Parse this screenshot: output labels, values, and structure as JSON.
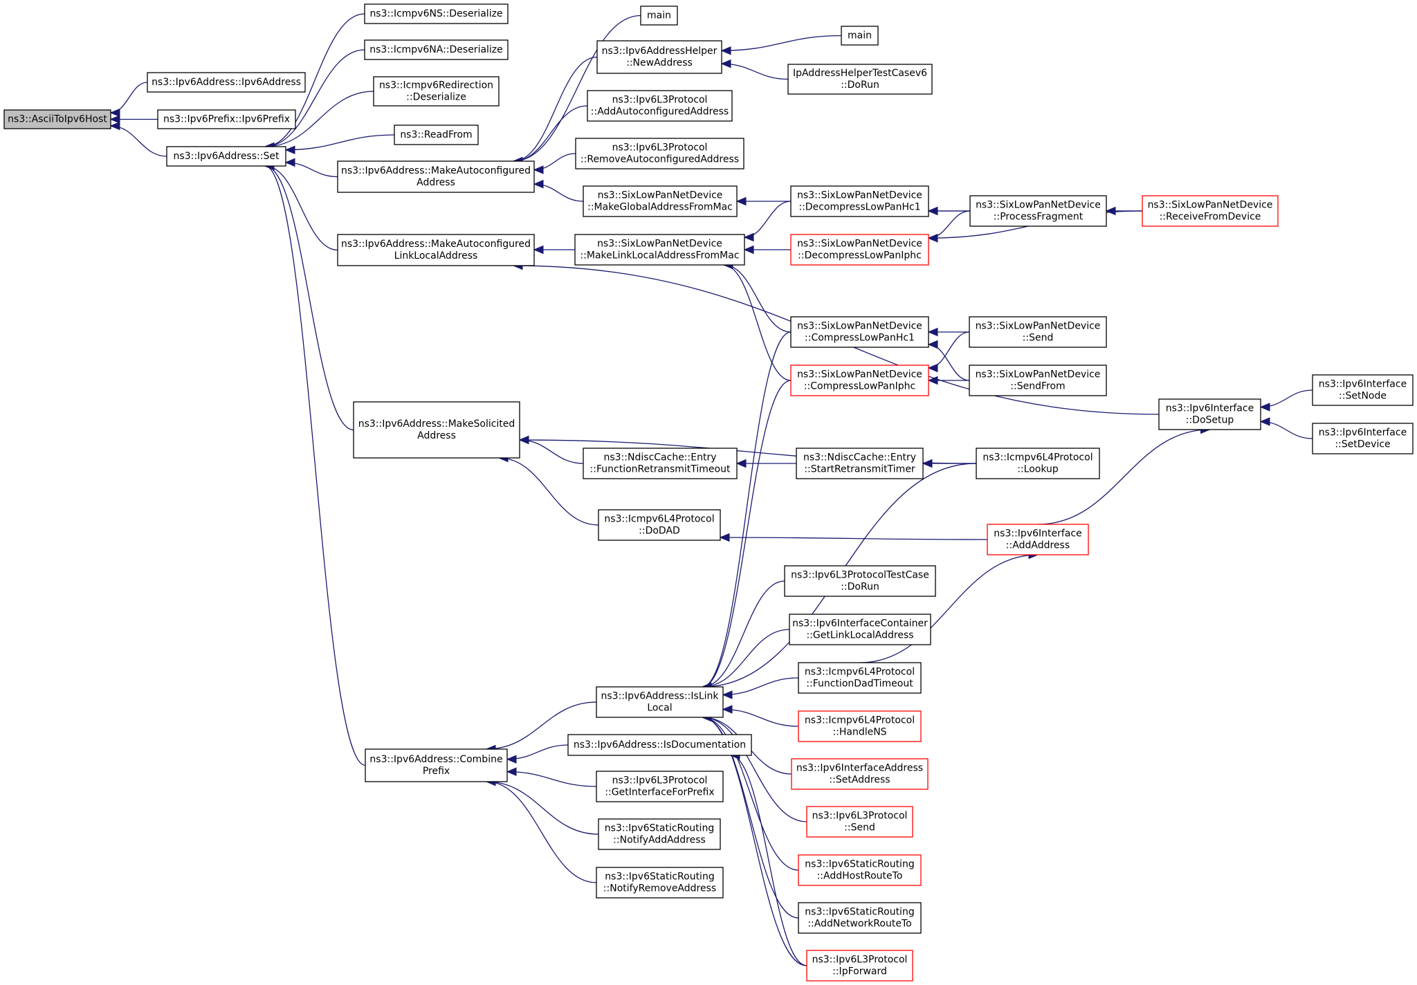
{
  "colors": {
    "edge": "#191970",
    "node_border": "#000000",
    "node_border_red": "#ff0000",
    "root_fill": "#bfbfbf",
    "background": "#ffffff"
  },
  "nodes": [
    {
      "id": "root",
      "lines": [
        "ns3::AsciiToIpv6Host"
      ],
      "style": "root"
    },
    {
      "id": "ipv6addr",
      "lines": [
        "ns3::Ipv6Address::Ipv6Address"
      ],
      "style": "normal"
    },
    {
      "id": "ipv6prefix",
      "lines": [
        "ns3::Ipv6Prefix::Ipv6Prefix"
      ],
      "style": "normal"
    },
    {
      "id": "set",
      "lines": [
        "ns3::Ipv6Address::Set"
      ],
      "style": "normal"
    },
    {
      "id": "ns_deser",
      "lines": [
        "ns3::Icmpv6NS::Deserialize"
      ],
      "style": "normal"
    },
    {
      "id": "na_deser",
      "lines": [
        "ns3::Icmpv6NA::Deserialize"
      ],
      "style": "normal"
    },
    {
      "id": "redir_deser",
      "lines": [
        "ns3::Icmpv6Redirection",
        "::Deserialize"
      ],
      "style": "normal"
    },
    {
      "id": "readfrom",
      "lines": [
        "ns3::ReadFrom"
      ],
      "style": "normal"
    },
    {
      "id": "makeauto",
      "lines": [
        "ns3::Ipv6Address::MakeAutoconfigured",
        "Address"
      ],
      "style": "normal"
    },
    {
      "id": "makeautoll",
      "lines": [
        "ns3::Ipv6Address::MakeAutoconfigured",
        "LinkLocalAddress"
      ],
      "style": "normal"
    },
    {
      "id": "makesol",
      "lines": [
        "ns3::Ipv6Address::MakeSolicited",
        "Address"
      ],
      "style": "normal"
    },
    {
      "id": "combine",
      "lines": [
        "ns3::Ipv6Address::Combine",
        "Prefix"
      ],
      "style": "normal"
    },
    {
      "id": "main1",
      "lines": [
        "main"
      ],
      "style": "normal"
    },
    {
      "id": "newaddr",
      "lines": [
        "ns3::Ipv6AddressHelper",
        "::NewAddress"
      ],
      "style": "normal"
    },
    {
      "id": "main2",
      "lines": [
        "main"
      ],
      "style": "normal"
    },
    {
      "id": "iphelpertest",
      "lines": [
        "IpAddressHelperTestCasev6",
        "::DoRun"
      ],
      "style": "normal"
    },
    {
      "id": "addautoconf",
      "lines": [
        "ns3::Ipv6L3Protocol",
        "::AddAutoconfiguredAddress"
      ],
      "style": "normal"
    },
    {
      "id": "remautoconf",
      "lines": [
        "ns3::Ipv6L3Protocol",
        "::RemoveAutoconfiguredAddress"
      ],
      "style": "normal"
    },
    {
      "id": "mkglobal",
      "lines": [
        "ns3::SixLowPanNetDevice",
        "::MakeGlobalAddressFromMac"
      ],
      "style": "normal"
    },
    {
      "id": "mkll",
      "lines": [
        "ns3::SixLowPanNetDevice",
        "::MakeLinkLocalAddressFromMac"
      ],
      "style": "normal"
    },
    {
      "id": "dechc1",
      "lines": [
        "ns3::SixLowPanNetDevice",
        "::DecompressLowPanHc1"
      ],
      "style": "normal"
    },
    {
      "id": "deciphc",
      "lines": [
        "ns3::SixLowPanNetDevice",
        "::DecompressLowPanIphc"
      ],
      "style": "red"
    },
    {
      "id": "procfrag",
      "lines": [
        "ns3::SixLowPanNetDevice",
        "::ProcessFragment"
      ],
      "style": "normal"
    },
    {
      "id": "recvfrom",
      "lines": [
        "ns3::SixLowPanNetDevice",
        "::ReceiveFromDevice"
      ],
      "style": "red"
    },
    {
      "id": "comphc1",
      "lines": [
        "ns3::SixLowPanNetDevice",
        "::CompressLowPanHc1"
      ],
      "style": "normal"
    },
    {
      "id": "compiphc",
      "lines": [
        "ns3::SixLowPanNetDevice",
        "::CompressLowPanIphc"
      ],
      "style": "red"
    },
    {
      "id": "send6lp",
      "lines": [
        "ns3::SixLowPanNetDevice",
        "::Send"
      ],
      "style": "normal"
    },
    {
      "id": "sendfrom",
      "lines": [
        "ns3::SixLowPanNetDevice",
        "::SendFrom"
      ],
      "style": "normal"
    },
    {
      "id": "dosetup",
      "lines": [
        "ns3::Ipv6Interface",
        "::DoSetup"
      ],
      "style": "normal"
    },
    {
      "id": "setnode",
      "lines": [
        "ns3::Ipv6Interface",
        "::SetNode"
      ],
      "style": "normal"
    },
    {
      "id": "setdevice",
      "lines": [
        "ns3::Ipv6Interface",
        "::SetDevice"
      ],
      "style": "normal"
    },
    {
      "id": "funcretx",
      "lines": [
        "ns3::NdiscCache::Entry",
        "::FunctionRetransmitTimeout"
      ],
      "style": "normal"
    },
    {
      "id": "startretx",
      "lines": [
        "ns3::NdiscCache::Entry",
        "::StartRetransmitTimer"
      ],
      "style": "normal"
    },
    {
      "id": "lookup",
      "lines": [
        "ns3::Icmpv6L4Protocol",
        "::Lookup"
      ],
      "style": "normal"
    },
    {
      "id": "dodad",
      "lines": [
        "ns3::Icmpv6L4Protocol",
        "::DoDAD"
      ],
      "style": "normal"
    },
    {
      "id": "addaddress",
      "lines": [
        "ns3::Ipv6Interface",
        "::AddAddress"
      ],
      "style": "red"
    },
    {
      "id": "l3test",
      "lines": [
        "ns3::Ipv6L3ProtocolTestCase",
        "::DoRun"
      ],
      "style": "normal"
    },
    {
      "id": "getll",
      "lines": [
        "ns3::Ipv6InterfaceContainer",
        "::GetLinkLocalAddress"
      ],
      "style": "normal"
    },
    {
      "id": "funcdad",
      "lines": [
        "ns3::Icmpv6L4Protocol",
        "::FunctionDadTimeout"
      ],
      "style": "normal"
    },
    {
      "id": "handlens",
      "lines": [
        "ns3::Icmpv6L4Protocol",
        "::HandleNS"
      ],
      "style": "red"
    },
    {
      "id": "setaddress",
      "lines": [
        "ns3::Ipv6InterfaceAddress",
        "::SetAddress"
      ],
      "style": "red"
    },
    {
      "id": "l3send",
      "lines": [
        "ns3::Ipv6L3Protocol",
        "::Send"
      ],
      "style": "red"
    },
    {
      "id": "addhost",
      "lines": [
        "ns3::Ipv6StaticRouting",
        "::AddHostRouteTo"
      ],
      "style": "red"
    },
    {
      "id": "addnet",
      "lines": [
        "ns3::Ipv6StaticRouting",
        "::AddNetworkRouteTo"
      ],
      "style": "normal"
    },
    {
      "id": "ipforward",
      "lines": [
        "ns3::Ipv6L3Protocol",
        "::IpForward"
      ],
      "style": "red"
    },
    {
      "id": "islinklocal",
      "lines": [
        "ns3::Ipv6Address::IsLink",
        "Local"
      ],
      "style": "normal"
    },
    {
      "id": "isdoc",
      "lines": [
        "ns3::Ipv6Address::IsDocumentation"
      ],
      "style": "normal"
    },
    {
      "id": "getiface",
      "lines": [
        "ns3::Ipv6L3Protocol",
        "::GetInterfaceForPrefix"
      ],
      "style": "normal"
    },
    {
      "id": "notifyadd",
      "lines": [
        "ns3::Ipv6StaticRouting",
        "::NotifyAddAddress"
      ],
      "style": "normal"
    },
    {
      "id": "notifyrem",
      "lines": [
        "ns3::Ipv6StaticRouting",
        "::NotifyRemoveAddress"
      ],
      "style": "normal"
    }
  ],
  "edges": [
    [
      "ipv6addr",
      "root"
    ],
    [
      "ipv6prefix",
      "root"
    ],
    [
      "set",
      "root"
    ],
    [
      "ns_deser",
      "set"
    ],
    [
      "na_deser",
      "set"
    ],
    [
      "redir_deser",
      "set"
    ],
    [
      "readfrom",
      "set"
    ],
    [
      "makeauto",
      "set"
    ],
    [
      "makeautoll",
      "set"
    ],
    [
      "makesol",
      "set"
    ],
    [
      "combine",
      "set"
    ],
    [
      "main1",
      "makeauto"
    ],
    [
      "newaddr",
      "makeauto"
    ],
    [
      "addautoconf",
      "makeauto"
    ],
    [
      "remautoconf",
      "makeauto"
    ],
    [
      "mkglobal",
      "makeauto"
    ],
    [
      "main2",
      "newaddr"
    ],
    [
      "iphelpertest",
      "newaddr"
    ],
    [
      "mkll",
      "makeautoll"
    ],
    [
      "dosetup",
      "makeautoll"
    ],
    [
      "dechc1",
      "mkglobal"
    ],
    [
      "dechc1",
      "mkll"
    ],
    [
      "deciphc",
      "mkll"
    ],
    [
      "comphc1",
      "mkll"
    ],
    [
      "compiphc",
      "mkll"
    ],
    [
      "procfrag",
      "dechc1"
    ],
    [
      "recvfrom",
      "dechc1"
    ],
    [
      "procfrag",
      "deciphc"
    ],
    [
      "recvfrom",
      "deciphc"
    ],
    [
      "recvfrom",
      "procfrag"
    ],
    [
      "send6lp",
      "comphc1"
    ],
    [
      "sendfrom",
      "comphc1"
    ],
    [
      "send6lp",
      "compiphc"
    ],
    [
      "sendfrom",
      "compiphc"
    ],
    [
      "setnode",
      "dosetup"
    ],
    [
      "setdevice",
      "dosetup"
    ],
    [
      "addaddress",
      "dosetup"
    ],
    [
      "funcretx",
      "makesol"
    ],
    [
      "lookup",
      "makesol"
    ],
    [
      "dodad",
      "makesol"
    ],
    [
      "startretx",
      "funcretx"
    ],
    [
      "lookup",
      "startretx"
    ],
    [
      "addaddress",
      "dodad"
    ],
    [
      "funcdad",
      "addaddress"
    ],
    [
      "islinklocal",
      "combine"
    ],
    [
      "isdoc",
      "combine"
    ],
    [
      "getiface",
      "combine"
    ],
    [
      "notifyadd",
      "combine"
    ],
    [
      "notifyrem",
      "combine"
    ],
    [
      "comphc1",
      "islinklocal"
    ],
    [
      "compiphc",
      "islinklocal"
    ],
    [
      "lookup",
      "islinklocal"
    ],
    [
      "l3test",
      "islinklocal"
    ],
    [
      "getll",
      "islinklocal"
    ],
    [
      "funcdad",
      "islinklocal"
    ],
    [
      "handlens",
      "islinklocal"
    ],
    [
      "setaddress",
      "islinklocal"
    ],
    [
      "l3send",
      "islinklocal"
    ],
    [
      "addhost",
      "islinklocal"
    ],
    [
      "addnet",
      "islinklocal"
    ],
    [
      "ipforward",
      "islinklocal"
    ],
    [
      "ipforward",
      "isdoc"
    ]
  ]
}
